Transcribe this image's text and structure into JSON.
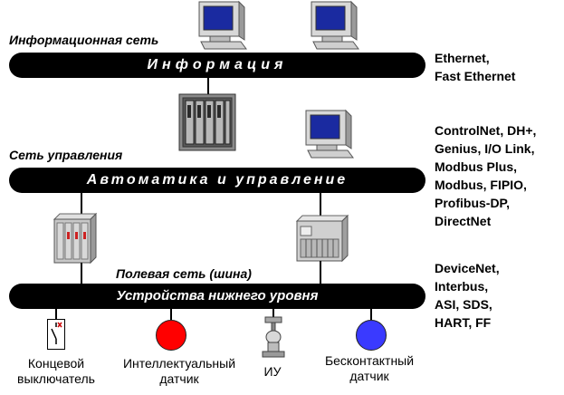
{
  "networks": {
    "information": {
      "title": "Информационная сеть",
      "bus_label": "Информация",
      "protocols": [
        "Ethernet,",
        "Fast Ethernet"
      ]
    },
    "control": {
      "title": "Сеть управления",
      "bus_label": "Автоматика и управление",
      "protocols": [
        "ControlNet, DH+,",
        "Genius, I/O Link,",
        "Modbus Plus,",
        "Modbus, FIPIO,",
        "Profibus-DP,",
        "DirectNet"
      ]
    },
    "field": {
      "title": "Полевая сеть (шина)",
      "bus_label": "Устройства нижнего уровня",
      "protocols": [
        "DeviceNet,",
        "Interbus,",
        "ASI, SDS,",
        "HART, FF"
      ]
    }
  },
  "devices": {
    "limit_switch": [
      "Концевой",
      "выключатель"
    ],
    "smart_sensor": [
      "Интеллектуальный",
      "датчик"
    ],
    "actuator": [
      "ИУ"
    ],
    "proximity_sensor": [
      "Бесконтактный",
      "датчик"
    ]
  },
  "colors": {
    "bus": "#000000",
    "bus_text": "#ffffff",
    "smart_sensor": "#ff0000",
    "proximity_sensor": "#3a3aff",
    "monitor_screen": "#1a2aa0"
  },
  "icons": {
    "workstation": "computer-monitor-icon",
    "plc_rack": "plc-rack-icon",
    "io_module": "io-module-icon",
    "controller": "controller-icon"
  }
}
